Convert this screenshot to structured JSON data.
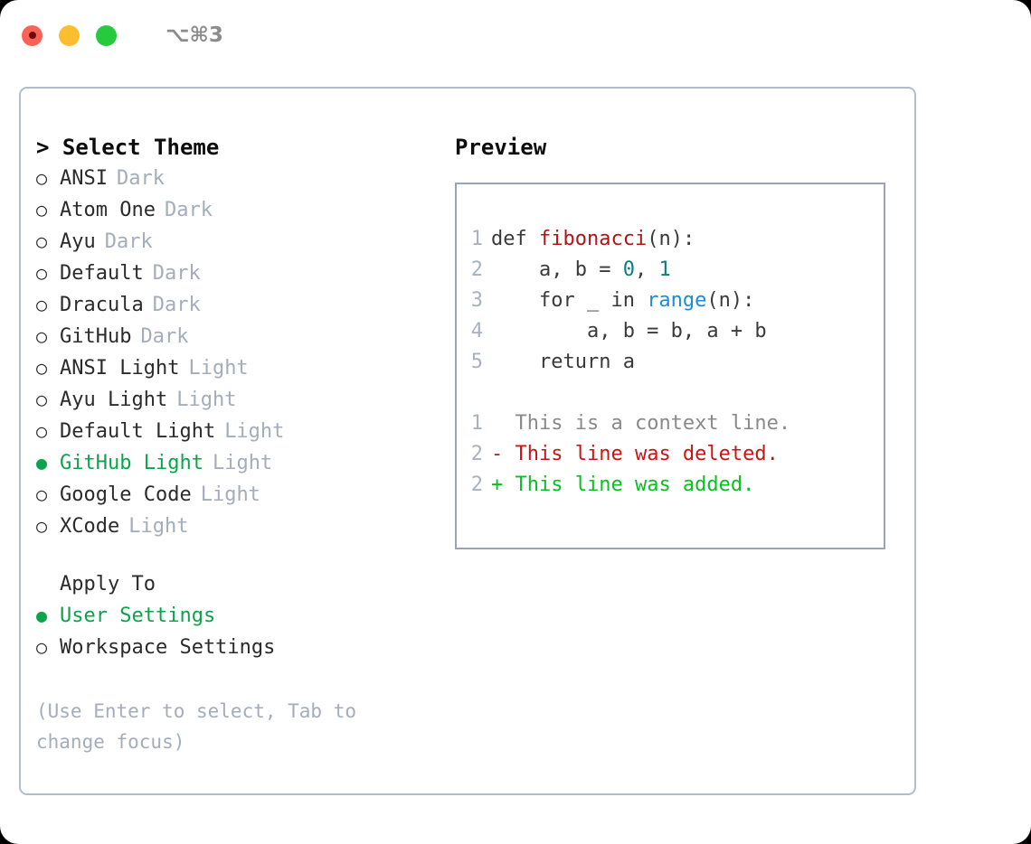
{
  "window": {
    "shortcut": "⌥⌘3",
    "traffic_lights": [
      {
        "name": "close",
        "color": "#fa6257"
      },
      {
        "name": "minimize",
        "color": "#fcbd2e"
      },
      {
        "name": "maximize",
        "color": "#27c93f"
      }
    ]
  },
  "theme_selector": {
    "title": "> Select Theme",
    "items": [
      {
        "marker": "○",
        "label": "ANSI",
        "variant": "Dark",
        "selected": false
      },
      {
        "marker": "○",
        "label": "Atom One",
        "variant": "Dark",
        "selected": false
      },
      {
        "marker": "○",
        "label": "Ayu",
        "variant": "Dark",
        "selected": false
      },
      {
        "marker": "○",
        "label": "Default",
        "variant": "Dark",
        "selected": false
      },
      {
        "marker": "○",
        "label": "Dracula",
        "variant": "Dark",
        "selected": false
      },
      {
        "marker": "○",
        "label": "GitHub",
        "variant": "Dark",
        "selected": false
      },
      {
        "marker": "○",
        "label": "ANSI Light",
        "variant": "Light",
        "selected": false
      },
      {
        "marker": "○",
        "label": "Ayu Light",
        "variant": "Light",
        "selected": false
      },
      {
        "marker": "○",
        "label": "Default Light",
        "variant": "Light",
        "selected": false
      },
      {
        "marker": "●",
        "label": "GitHub Light",
        "variant": "Light",
        "selected": true
      },
      {
        "marker": "○",
        "label": "Google Code",
        "variant": "Light",
        "selected": false
      },
      {
        "marker": "○",
        "label": "XCode",
        "variant": "Light",
        "selected": false
      }
    ]
  },
  "apply_to": {
    "title": "Apply To",
    "items": [
      {
        "marker": "●",
        "label": "User Settings",
        "selected": true
      },
      {
        "marker": "○",
        "label": "Workspace Settings",
        "selected": false
      }
    ]
  },
  "hint": "(Use Enter to select, Tab to change focus)",
  "preview": {
    "title": "Preview",
    "code_lines": [
      {
        "num": "1",
        "tokens": [
          {
            "t": "def ",
            "cls": "tok-plain"
          },
          {
            "t": "fibonacci",
            "cls": "tok-fn"
          },
          {
            "t": "(n):",
            "cls": "tok-plain"
          }
        ]
      },
      {
        "num": "2",
        "tokens": [
          {
            "t": "    a, b = ",
            "cls": "tok-plain"
          },
          {
            "t": "0",
            "cls": "tok-num"
          },
          {
            "t": ", ",
            "cls": "tok-plain"
          },
          {
            "t": "1",
            "cls": "tok-num"
          }
        ]
      },
      {
        "num": "3",
        "tokens": [
          {
            "t": "    for _ in ",
            "cls": "tok-plain"
          },
          {
            "t": "range",
            "cls": "tok-built"
          },
          {
            "t": "(n):",
            "cls": "tok-plain"
          }
        ]
      },
      {
        "num": "4",
        "tokens": [
          {
            "t": "        a, b = b, a + b",
            "cls": "tok-plain"
          }
        ]
      },
      {
        "num": "5",
        "tokens": [
          {
            "t": "    return a",
            "cls": "tok-plain"
          }
        ]
      }
    ],
    "diff_lines": [
      {
        "num": "1",
        "prefix": "  ",
        "text": "This is a context line.",
        "cls": "diff-context"
      },
      {
        "num": "2",
        "prefix": "- ",
        "text": "This line was deleted.",
        "cls": "diff-del"
      },
      {
        "num": "2",
        "prefix": "+ ",
        "text": "This line was added.",
        "cls": "diff-add"
      }
    ]
  },
  "colors": {
    "selected_green": "#0aa54a",
    "muted": "#a3adbb",
    "panel_border": "#b3bdc9",
    "code_border": "#9aa5b4",
    "diff_add": "#09c020",
    "diff_del": "#cc1414",
    "token_function": "#b01515",
    "token_number": "#127d7d",
    "token_builtin": "#1a8cd8"
  }
}
